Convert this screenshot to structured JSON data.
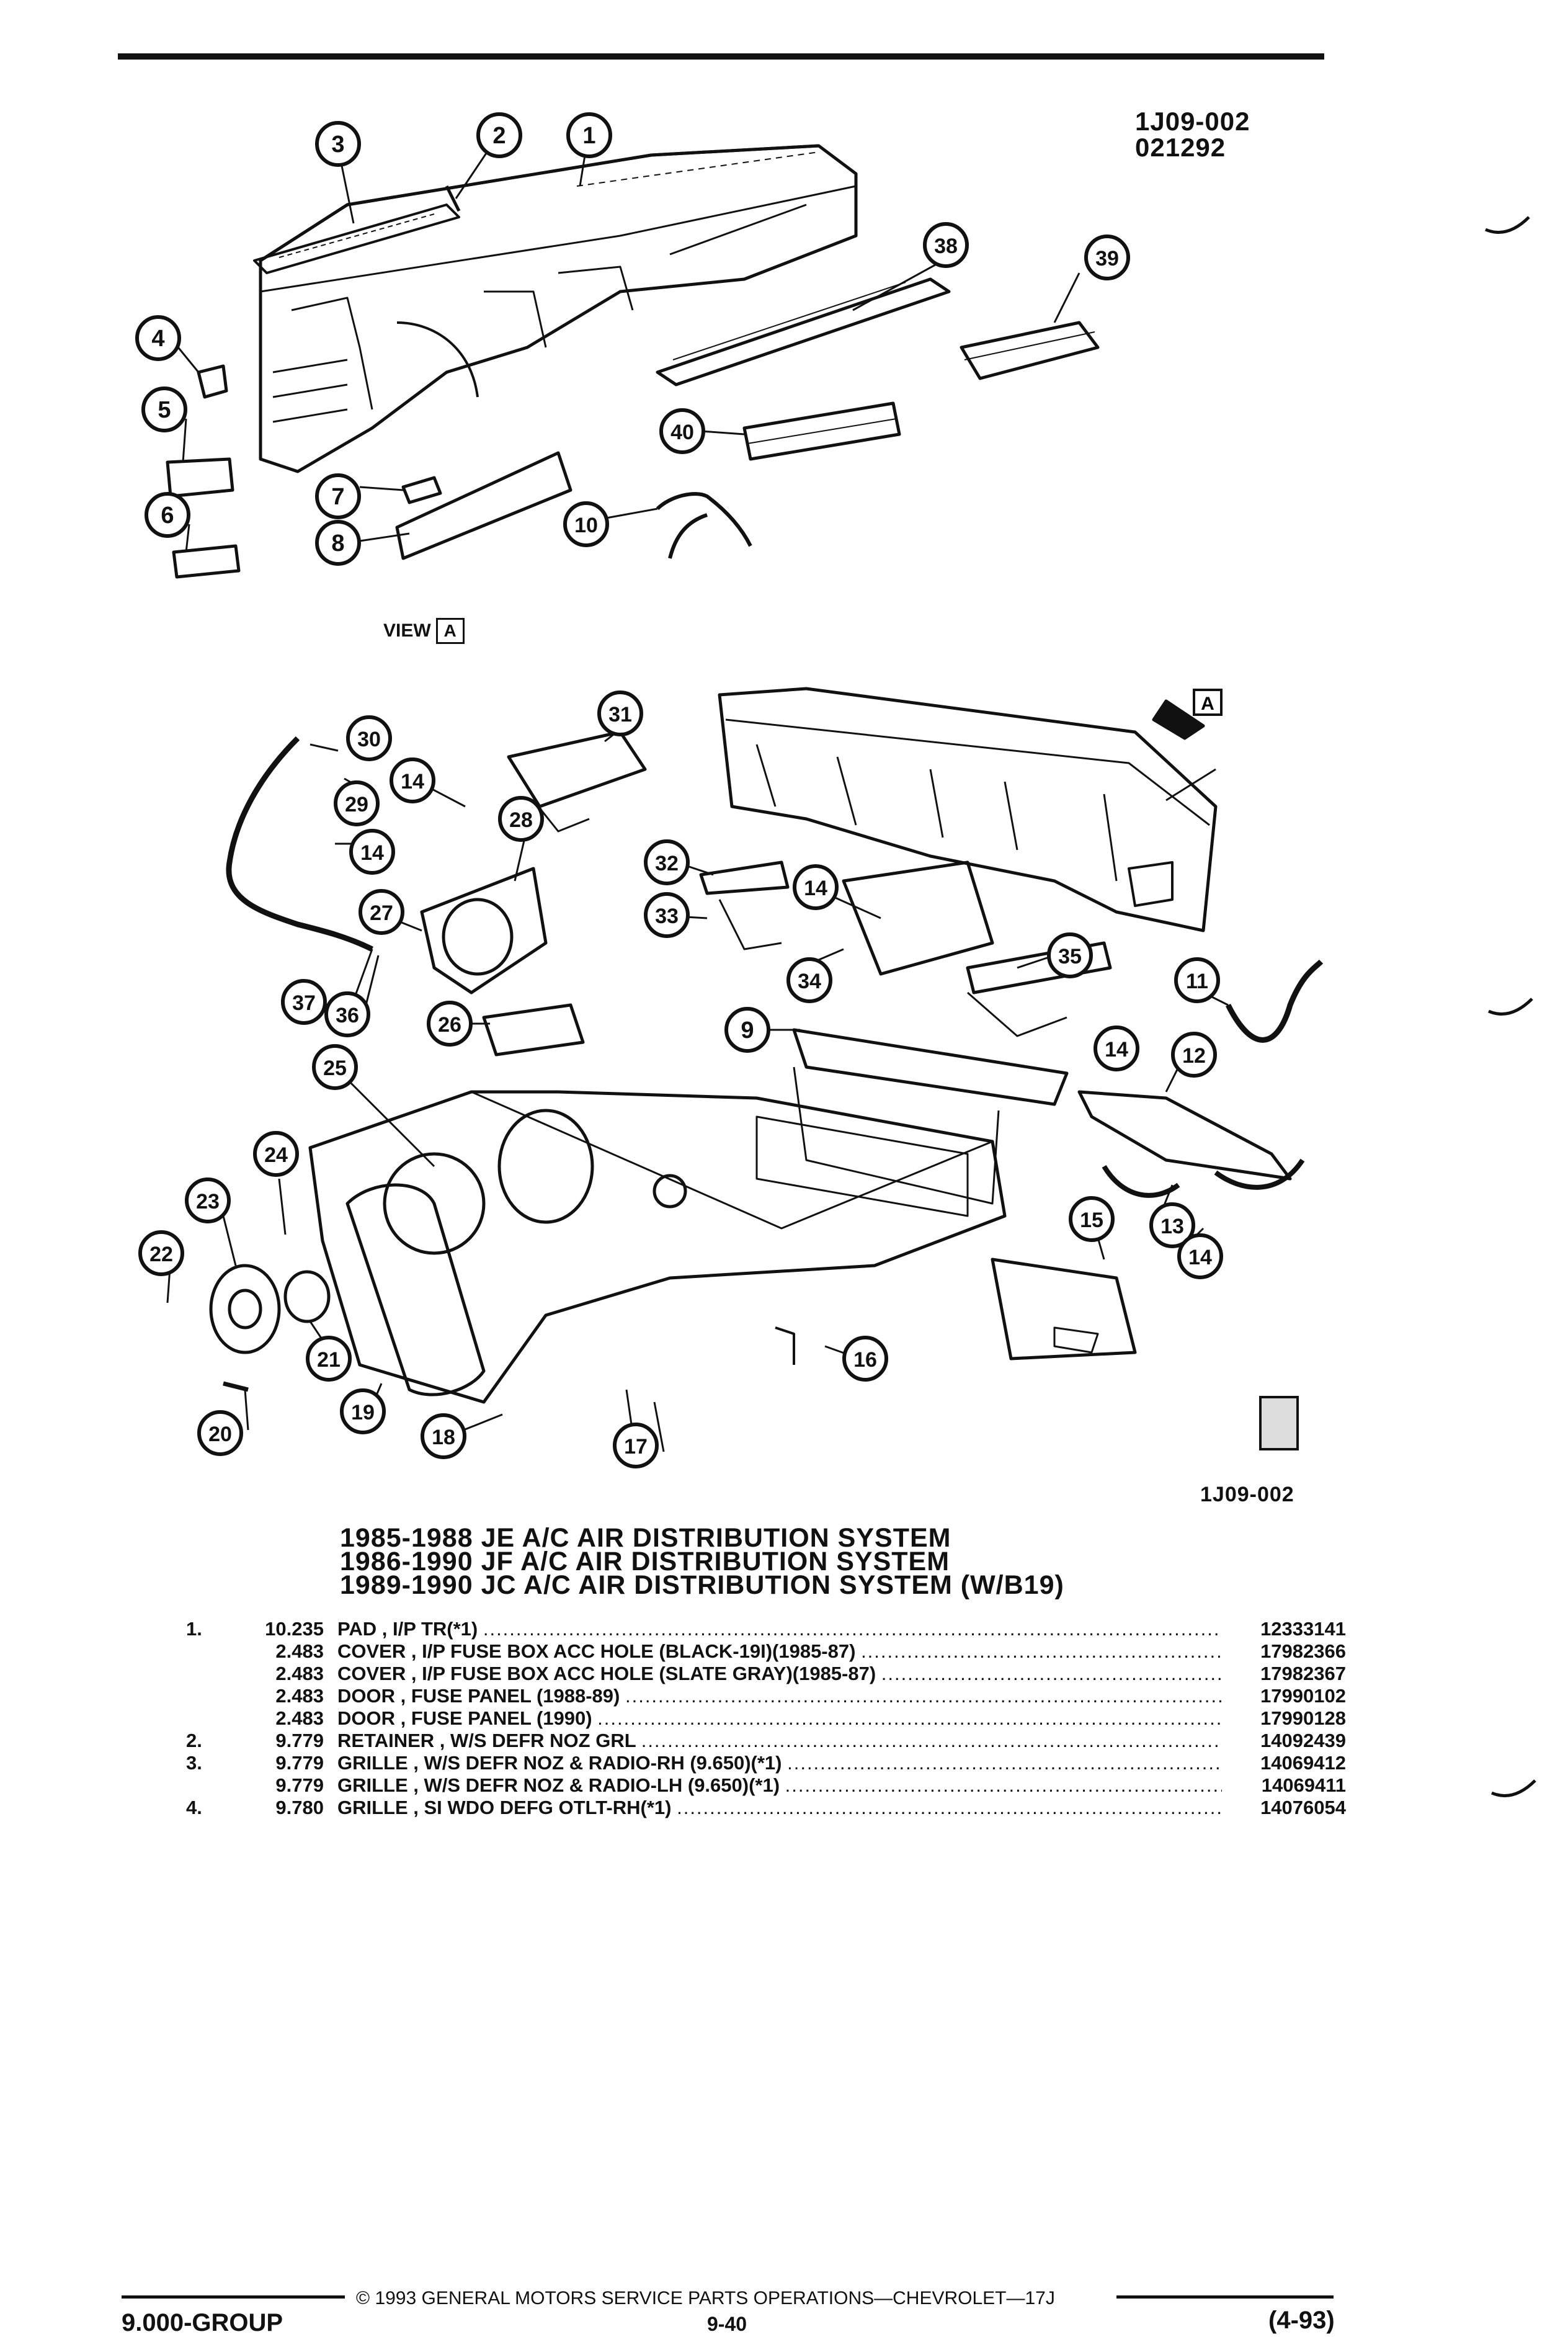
{
  "figure_code": "1J09-002",
  "figure_date": "021292",
  "figure_code_bottom": "1J09-002",
  "view_label": "VIEW",
  "view_letter": "A",
  "view_arrow_letter": "A",
  "callouts": [
    "1",
    "2",
    "3",
    "4",
    "5",
    "6",
    "7",
    "8",
    "9",
    "10",
    "11",
    "12",
    "13",
    "14",
    "15",
    "16",
    "17",
    "18",
    "19",
    "20",
    "21",
    "22",
    "23",
    "24",
    "25",
    "26",
    "27",
    "28",
    "29",
    "30",
    "31",
    "32",
    "33",
    "34",
    "35",
    "36",
    "37",
    "38",
    "39",
    "40"
  ],
  "titles": [
    "1985-1988 JE A/C AIR DISTRIBUTION SYSTEM",
    "1986-1990 JF A/C AIR DISTRIBUTION SYSTEM",
    "1989-1990 JC A/C AIR DISTRIBUTION SYSTEM (W/B19)"
  ],
  "parts": [
    {
      "no": "1.",
      "ref": "10.235",
      "name": "PAD",
      "detail": "I/P TR(*1)",
      "pn": "12333141"
    },
    {
      "no": "",
      "ref": "2.483",
      "name": "COVER",
      "detail": "I/P FUSE BOX ACC HOLE (BLACK-19I)(1985-87)",
      "pn": "17982366"
    },
    {
      "no": "",
      "ref": "2.483",
      "name": "COVER",
      "detail": "I/P FUSE BOX ACC HOLE (SLATE GRAY)(1985-87)",
      "pn": "17982367"
    },
    {
      "no": "",
      "ref": "2.483",
      "name": "DOOR",
      "detail": "FUSE PANEL (1988-89)",
      "pn": "17990102"
    },
    {
      "no": "",
      "ref": "2.483",
      "name": "DOOR",
      "detail": "FUSE PANEL (1990)",
      "pn": "17990128"
    },
    {
      "no": "2.",
      "ref": "9.779",
      "name": "RETAINER",
      "detail": "W/S DEFR NOZ GRL",
      "pn": "14092439"
    },
    {
      "no": "3.",
      "ref": "9.779",
      "name": "GRILLE",
      "detail": "W/S DEFR NOZ & RADIO-RH (9.650)(*1)",
      "pn": "14069412"
    },
    {
      "no": "",
      "ref": "9.779",
      "name": "GRILLE",
      "detail": "W/S DEFR NOZ & RADIO-LH (9.650)(*1)",
      "pn": "14069411"
    },
    {
      "no": "4.",
      "ref": "9.780",
      "name": "GRILLE",
      "detail": "SI WDO DEFG OTLT-RH(*1)",
      "pn": "14076054"
    }
  ],
  "footer": {
    "copyright": "© 1993 GENERAL MOTORS SERVICE PARTS OPERATIONS—CHEVROLET—17J",
    "group": "9.000-GROUP",
    "page": "9-40",
    "date": "(4-93)"
  }
}
